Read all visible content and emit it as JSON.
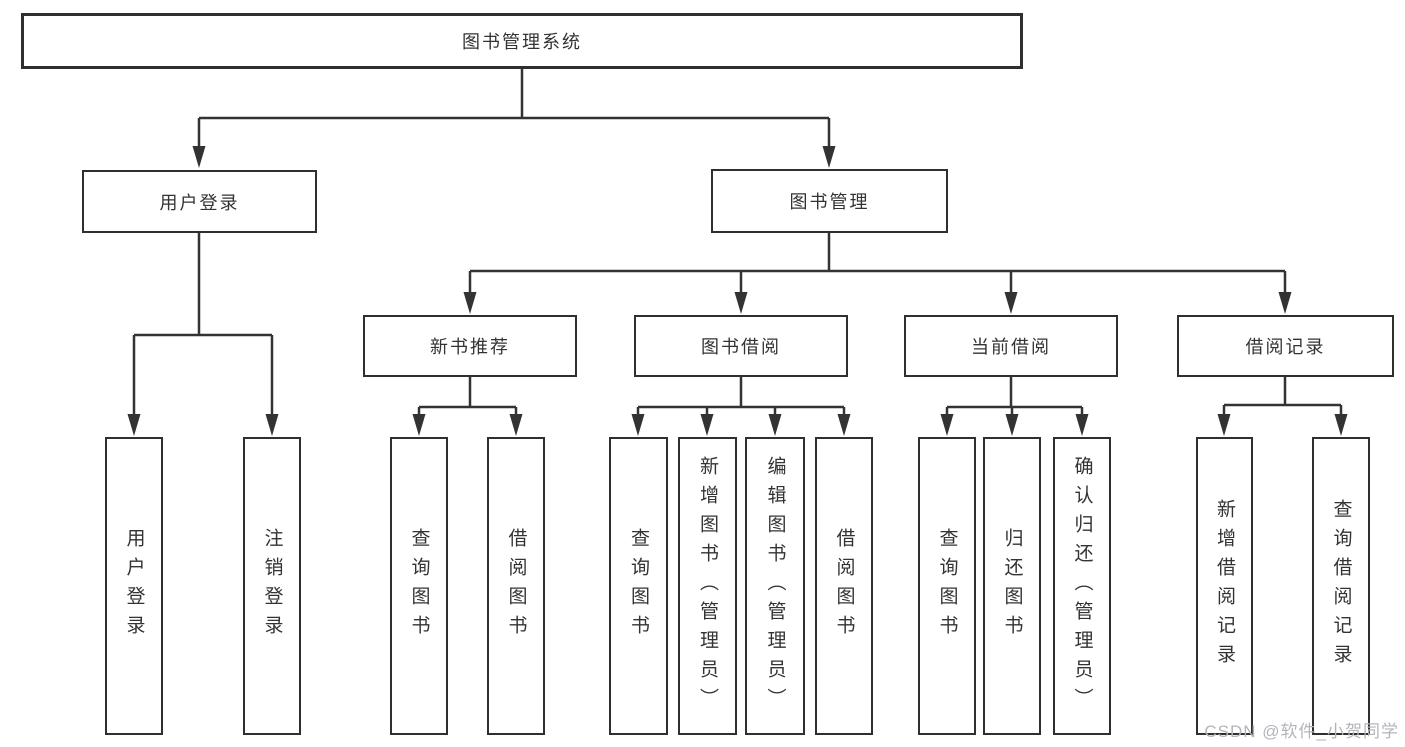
{
  "tree": {
    "label": "图书管理系统",
    "children": [
      {
        "label": "用户登录",
        "children": [
          {
            "label": "用户登录"
          },
          {
            "label": "注销登录"
          }
        ]
      },
      {
        "label": "图书管理",
        "children": [
          {
            "label": "新书推荐",
            "children": [
              {
                "label": "查询图书"
              },
              {
                "label": "借阅图书"
              }
            ]
          },
          {
            "label": "图书借阅",
            "children": [
              {
                "label": "查询图书"
              },
              {
                "label": "新增图书（管理员）"
              },
              {
                "label": "编辑图书（管理员）"
              },
              {
                "label": "借阅图书"
              }
            ]
          },
          {
            "label": "当前借阅",
            "children": [
              {
                "label": "查询图书"
              },
              {
                "label": "归还图书"
              },
              {
                "label": "确认归还（管理员）"
              }
            ]
          },
          {
            "label": "借阅记录",
            "children": [
              {
                "label": "新增借阅记录"
              },
              {
                "label": "查询借阅记录"
              }
            ]
          }
        ]
      }
    ]
  },
  "watermark": {
    "text": "CSDN @软件_小贺同学"
  },
  "colors": {
    "background": "#ffffff",
    "box_border": "#2f2f2f",
    "line": "#333333",
    "text": "#333333",
    "watermark": "#b4b4bb"
  }
}
